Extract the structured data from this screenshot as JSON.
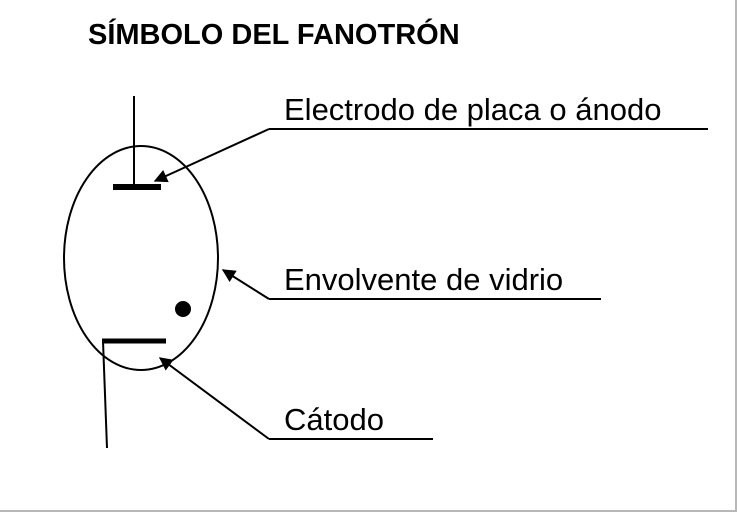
{
  "title": "SÍMBOLO DEL FANOTRÓN",
  "labels": {
    "anode": "Electrodo de placa o ánodo",
    "envelope": "Envolvente de vidrio",
    "cathode": "Cátodo"
  },
  "colors": {
    "ink": "#000000",
    "background": "#ffffff"
  }
}
